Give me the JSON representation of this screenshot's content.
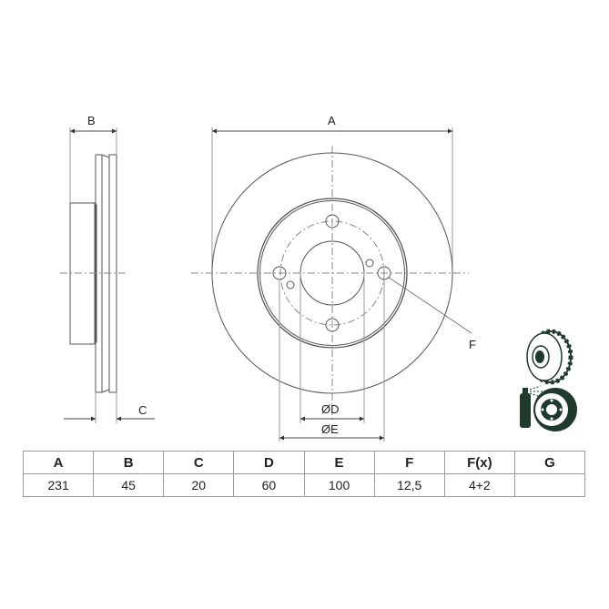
{
  "drawing": {
    "side_view": {
      "label_B": "B",
      "label_C": "C"
    },
    "front_view": {
      "label_A": "A",
      "label_F": "F",
      "label_D": "ØD",
      "label_E": "ØE"
    },
    "icons": [
      "vented-disc-icon",
      "coated-disc-spray-icon"
    ],
    "colors": {
      "line": "#555555",
      "icon": "#1f3a2c"
    }
  },
  "table": {
    "headers": [
      "A",
      "B",
      "C",
      "D",
      "E",
      "F",
      "F(x)",
      "G"
    ],
    "values": [
      "231",
      "45",
      "20",
      "60",
      "100",
      "12,5",
      "4+2",
      ""
    ]
  }
}
